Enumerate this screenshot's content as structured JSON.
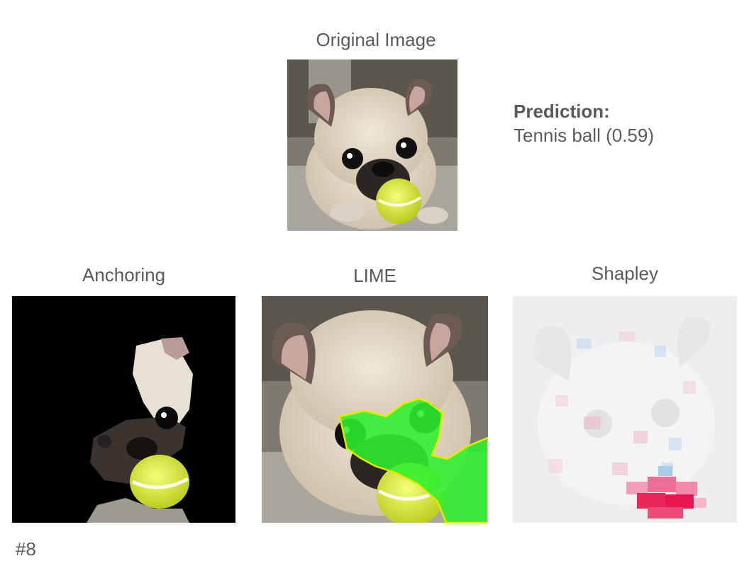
{
  "titles": {
    "original": "Original Image",
    "anchoring": "Anchoring",
    "lime": "LIME",
    "shapley": "Shapley"
  },
  "prediction": {
    "heading": "Prediction:",
    "value": "Tennis ball (0.59)"
  },
  "example_id": "#8",
  "images": {
    "original": "pug-with-tennis-ball-photo",
    "anchoring": "anchor-mask-photo",
    "lime": "lime-superpixel-highlight",
    "shapley": "shapley-heatmap-overlay"
  },
  "colors": {
    "text": "#5a5a5a",
    "lime_highlight": "#2ef02e",
    "lime_outline": "#e8e800",
    "shapley_positive": "#e8174f",
    "shapley_negative": "#7fb2e0",
    "tennis_ball": "#dfef3a"
  }
}
